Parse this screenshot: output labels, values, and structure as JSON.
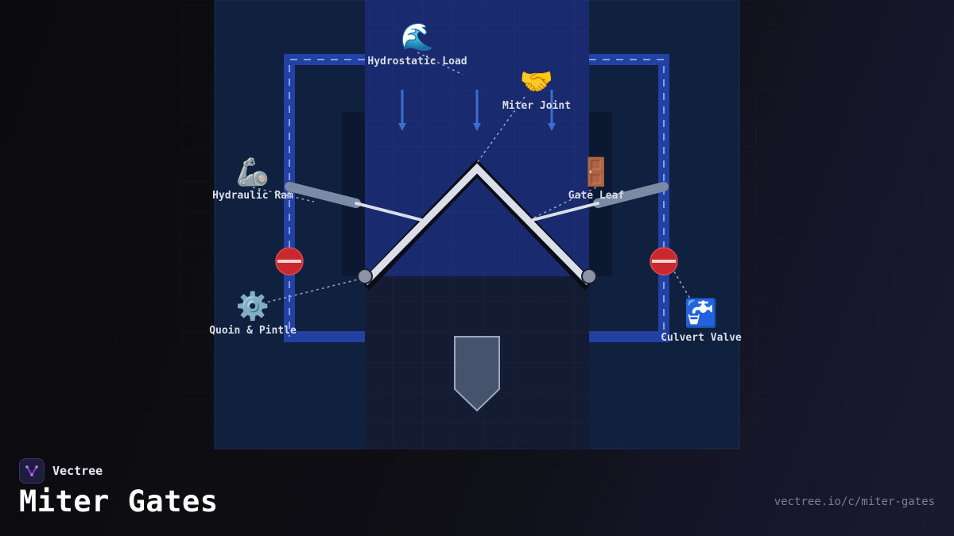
{
  "brand": {
    "name": "Vectree",
    "logo_icon": "tree-branch-icon"
  },
  "title": "Miter Gates",
  "url": "vectree.io/c/miter-gates",
  "colors": {
    "water": "#1a2a6e",
    "chamber": "#10203f",
    "dashed_border": "#2341a3",
    "valve": "#c8282e",
    "gate": "#d9dee8",
    "arm": "#7c8ba5",
    "accent": "#8b3fc9"
  },
  "labels": {
    "hydrostatic_load": {
      "text": "Hydrostatic Load",
      "icon": "🌊",
      "icon_name": "water-wave-icon"
    },
    "miter_joint": {
      "text": "Miter Joint",
      "icon": "🤝",
      "icon_name": "handshake-icon"
    },
    "hydraulic_ram": {
      "text": "Hydraulic Ram",
      "icon": "🦾",
      "icon_name": "mechanical-arm-icon"
    },
    "gate_leaf": {
      "text": "Gate Leaf",
      "icon": "🚪",
      "icon_name": "door-icon"
    },
    "quoin_pintle": {
      "text": "Quoin & Pintle",
      "icon": "⚙️",
      "icon_name": "gear-icon"
    },
    "culvert_valve": {
      "text": "Culvert Valve",
      "icon": "🚰",
      "icon_name": "water-tap-icon"
    }
  }
}
